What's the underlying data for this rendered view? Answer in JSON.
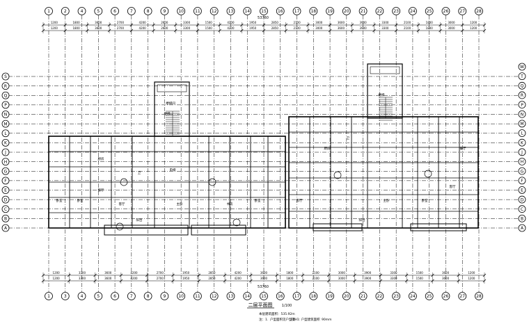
{
  "drawing": {
    "title": "二层平面图",
    "scale": "1/100",
    "overall_dimension": "53760",
    "notes_line1": "本层建筑面积：535.92m",
    "notes_line2_a": "注：1.",
    "notes_line2_b": "户型面积见户型图",
    "notes_line2_c": "F2H1: 户型建筑面积",
    "notes_line2_d": "90mm"
  },
  "axes_top": [
    "1",
    "2",
    "4",
    "5",
    "6",
    "7",
    "8",
    "9",
    "10",
    "11",
    "12",
    "13",
    "14",
    "15",
    "16",
    "17",
    "18",
    "19",
    "20",
    "21",
    "22",
    "23",
    "24",
    "25",
    "26",
    "27",
    "28"
  ],
  "axes_bottom": [
    "1",
    "3",
    "4",
    "5",
    "6",
    "7",
    "8",
    "9",
    "10",
    "11",
    "12",
    "13",
    "14",
    "15",
    "16",
    "17",
    "18",
    "19",
    "20",
    "21",
    "22",
    "23",
    "24",
    "25",
    "26",
    "27",
    "28"
  ],
  "axes_left": [
    "S",
    "R",
    "Q",
    "P",
    "N",
    "M",
    "L",
    "K",
    "J",
    "H",
    "G",
    "F",
    "E",
    "D",
    "C",
    "B",
    "A"
  ],
  "axes_right": [
    "W",
    "T",
    "Q",
    "R",
    "P",
    "N",
    "M",
    "L",
    "K",
    "J",
    "H",
    "G",
    "F",
    "E",
    "D",
    "C",
    "B",
    "A"
  ],
  "rooms": [
    "卧室",
    "卧室",
    "客厅",
    "厨房",
    "卫",
    "餐厅",
    "阳台",
    "主卧",
    "书房",
    "楼梯间",
    "电梯",
    "卧室",
    "客厅",
    "厨房",
    "卫",
    "主卧",
    "阳台",
    "卧室",
    "客厅",
    "餐厅"
  ],
  "stair_labels": [
    "楼梯",
    "楼梯"
  ],
  "top_dims": [
    "1200",
    "1800",
    "3600",
    "2700",
    "4200",
    "2600",
    "3300",
    "1500",
    "4200",
    "1950",
    "2850",
    "2100",
    "3000",
    "3600",
    "3900",
    "3300",
    "2100",
    "1800",
    "3000",
    "1200"
  ],
  "bottom_dims": [
    "1200",
    "3300",
    "3600",
    "4200",
    "2700",
    "1950",
    "2850",
    "4200",
    "3600",
    "1800",
    "2100",
    "3000",
    "3900",
    "3300",
    "1500",
    "3600",
    "1200"
  ]
}
